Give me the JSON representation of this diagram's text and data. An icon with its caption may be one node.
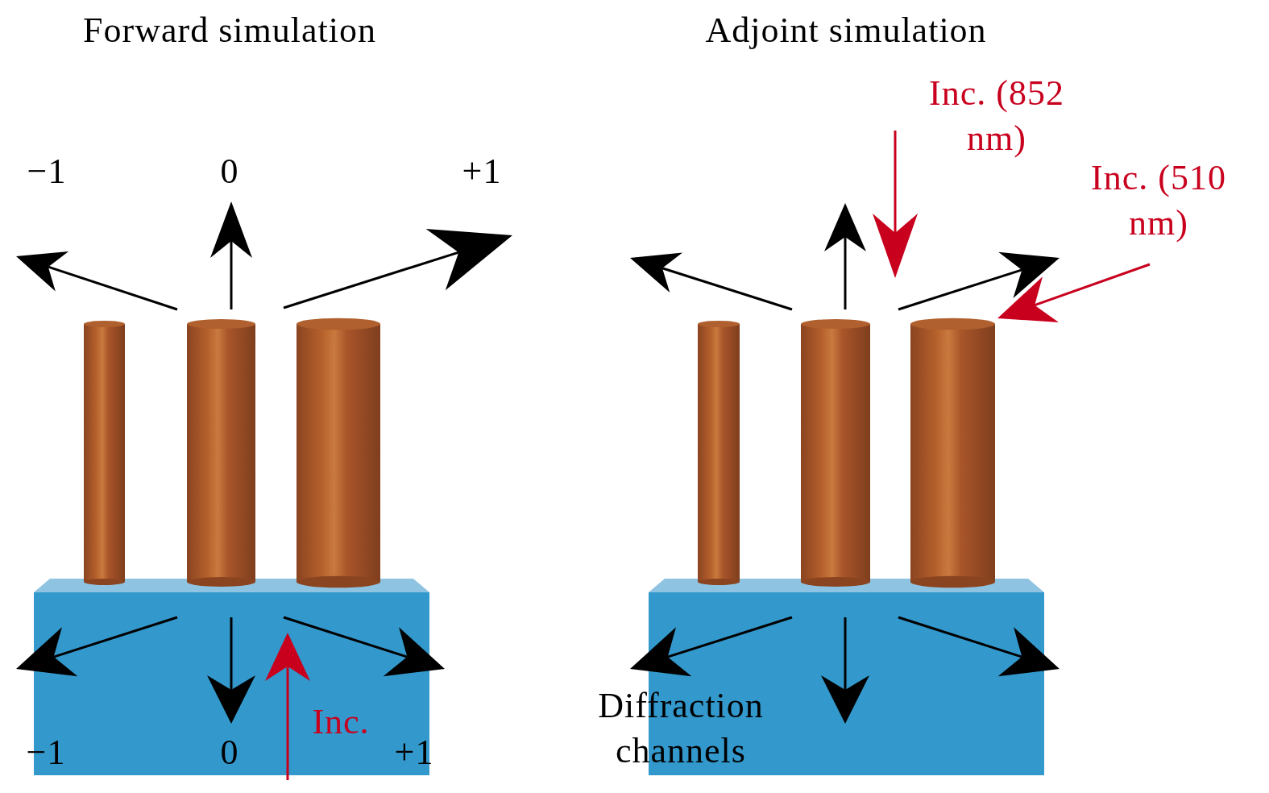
{
  "diagram": {
    "labels": [
      "Forward simulation",
      "Adjoint simulation",
      "Inc. (852 nm)",
      "−1",
      "0",
      "+1",
      "Inc. (510 nm)",
      "Inc.",
      "−1",
      "0",
      "+1",
      "Diffraction channels"
    ]
  }
}
